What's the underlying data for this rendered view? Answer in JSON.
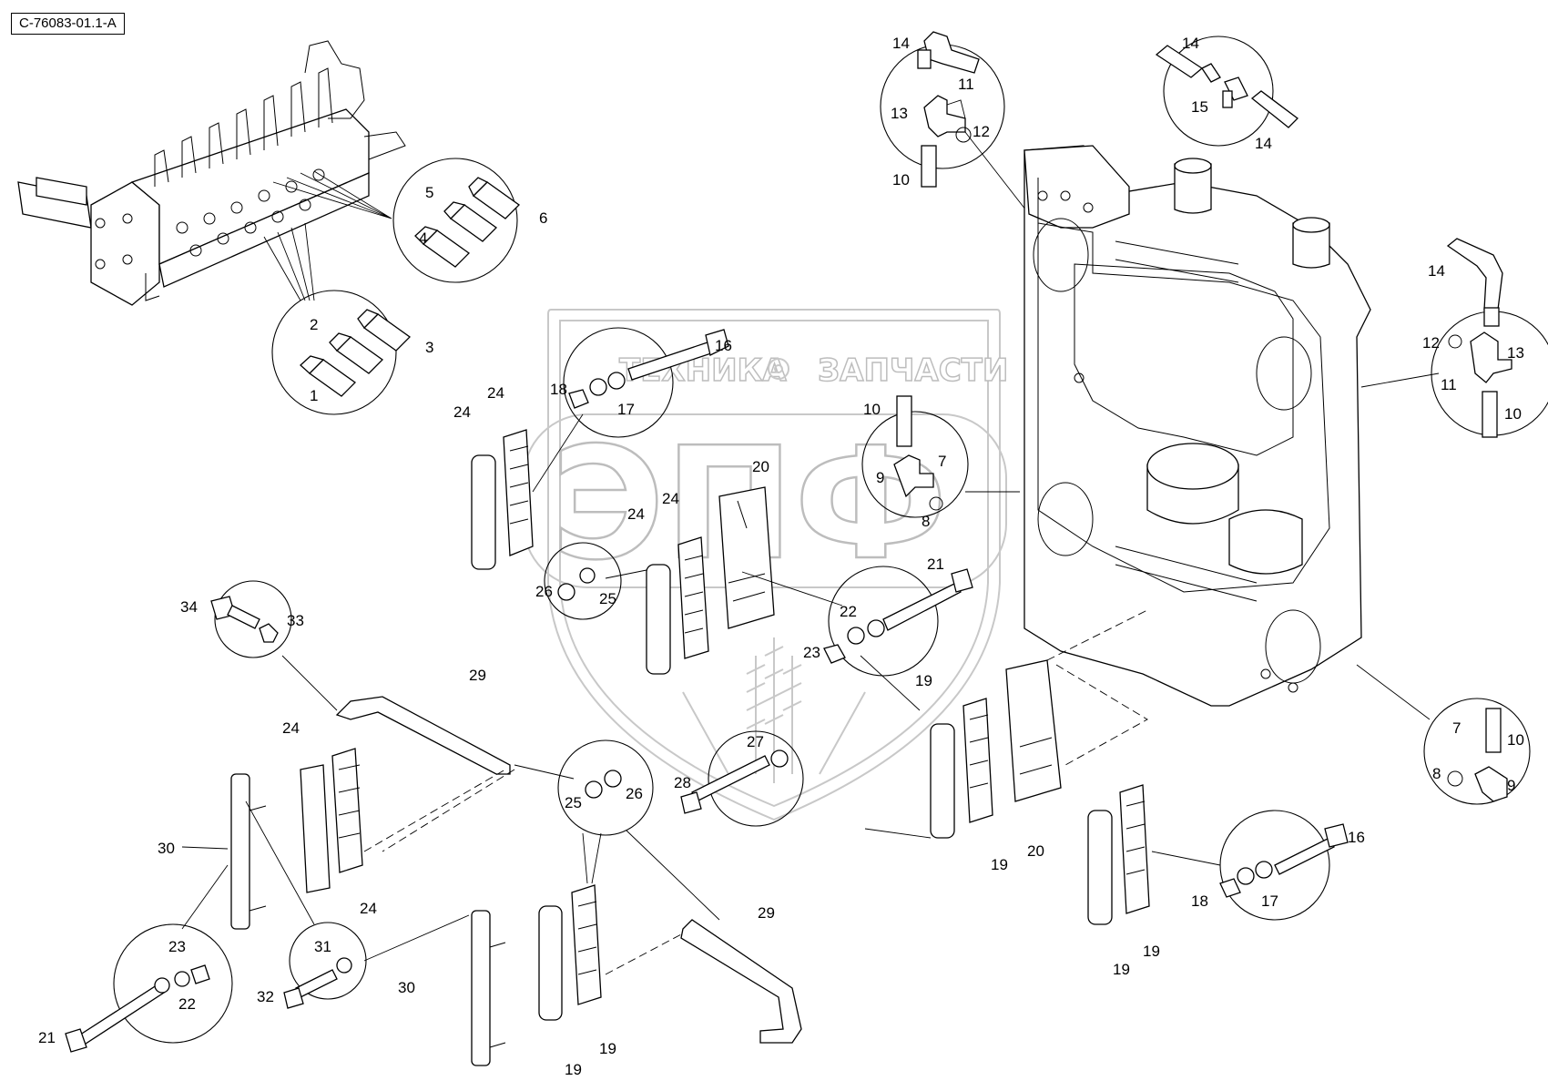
{
  "document_id": "C-76083-01.1-A",
  "watermark": {
    "line1": "ТЕХНИКА",
    "line2": "ЗАПЧАСТИ",
    "logo": "ЭПФ"
  },
  "colors": {
    "line": "#000000",
    "watermark": "#c8c8c8",
    "background": "#ffffff"
  },
  "callouts": {
    "c14a": "14",
    "c11a": "11",
    "c13a": "13",
    "c12a": "12",
    "c10a": "10",
    "c14b": "14",
    "c15": "15",
    "c14c": "14",
    "c5": "5",
    "c6": "6",
    "c4": "4",
    "c2": "2",
    "c3": "3",
    "c1": "1",
    "c14d": "14",
    "c12b": "12",
    "c13b": "13",
    "c11b": "11",
    "c10b": "10",
    "c16a": "16",
    "c18a": "18",
    "c17a": "17",
    "c24a": "24",
    "c24b": "24",
    "c24c": "24",
    "c24d": "24",
    "c10c": "10",
    "c7a": "7",
    "c9a": "9",
    "c8a": "8",
    "c20a": "20",
    "c21a": "21",
    "c22a": "22",
    "c23a": "23",
    "c26a": "26",
    "c25a": "25",
    "c34": "34",
    "c33": "33",
    "c29a": "29",
    "c24e": "24",
    "c24f": "24",
    "c30a": "30",
    "c27": "27",
    "c28": "28",
    "c25b": "25",
    "c26b": "26",
    "c19a": "19",
    "c19b": "19",
    "c20b": "20",
    "c7b": "7",
    "c10d": "10",
    "c8b": "8",
    "c9b": "9",
    "c16b": "16",
    "c18b": "18",
    "c17b": "17",
    "c19c": "19",
    "c19d": "19",
    "c23b": "23",
    "c22b": "22",
    "c21b": "21",
    "c31": "31",
    "c32": "32",
    "c30b": "30",
    "c29b": "29",
    "c19e": "19",
    "c19f": "19"
  }
}
